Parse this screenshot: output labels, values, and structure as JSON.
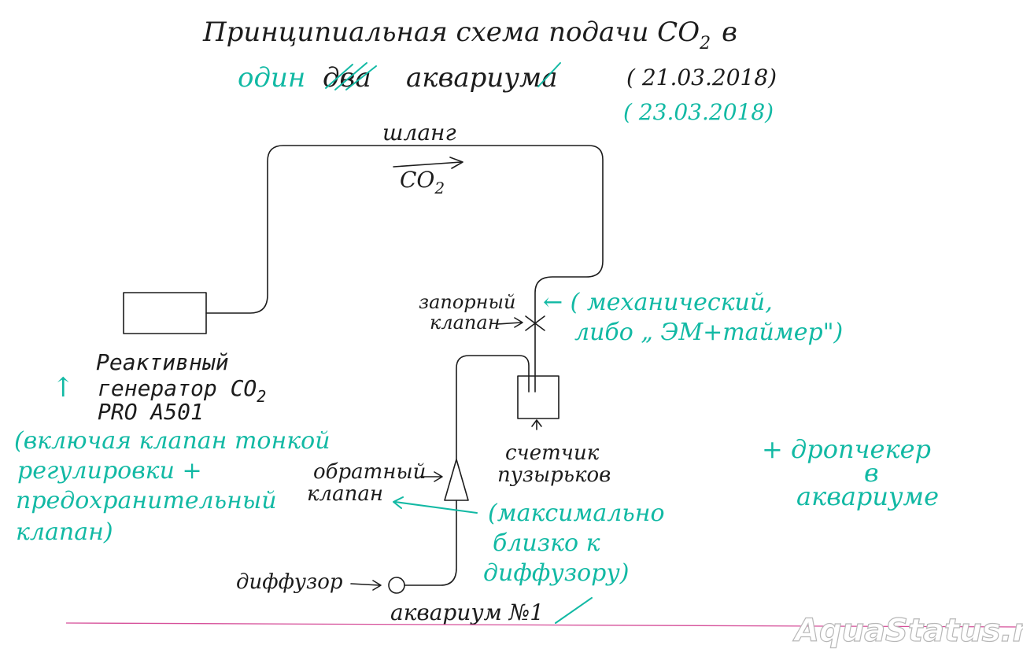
{
  "title": {
    "line1": "Принципиальная схема подачи CO",
    "line1_sub": "2",
    "line1_tail": "в",
    "word_one": "один",
    "word_two": "два",
    "word_aquarium": "аквариума",
    "date1": "( 21.03.2018)",
    "date2": "( 23.03.2018)"
  },
  "hose": {
    "label": "шланг",
    "flow": "CO",
    "flow_sub": "2"
  },
  "generator": {
    "line1": "Реактивный",
    "line2": "генератор CO",
    "line2_sub": "2",
    "line3": "PRO A501",
    "arrow": "↑",
    "note1": "(включая клапан тонкой",
    "note2": "регулировки +",
    "note3": "предохранительный",
    "note4": "клапан)"
  },
  "shutoff_valve": {
    "line1": "запорный",
    "line2": "клапан",
    "note1": "← ( механический,",
    "note2": "либо „ ЭМ+таймер\")"
  },
  "bubble_counter": {
    "line1": "счетчик",
    "line2": "пузырьков"
  },
  "check_valve": {
    "line1": "обратный",
    "line2": "клапан",
    "note1": "(максимально",
    "note2": "близко к",
    "note3": "диффузору)"
  },
  "diffuser": {
    "label": "диффузор"
  },
  "aquarium": {
    "label": "аквариум №1"
  },
  "dropchecker": {
    "line1": "+ дропчекер",
    "line2": "в",
    "line3": "аквариуме"
  },
  "watermark": "AquaStatus.ru",
  "colors": {
    "ink": "#1c1c1c",
    "teal": "#12b9a4",
    "rule": "#d6509a"
  }
}
